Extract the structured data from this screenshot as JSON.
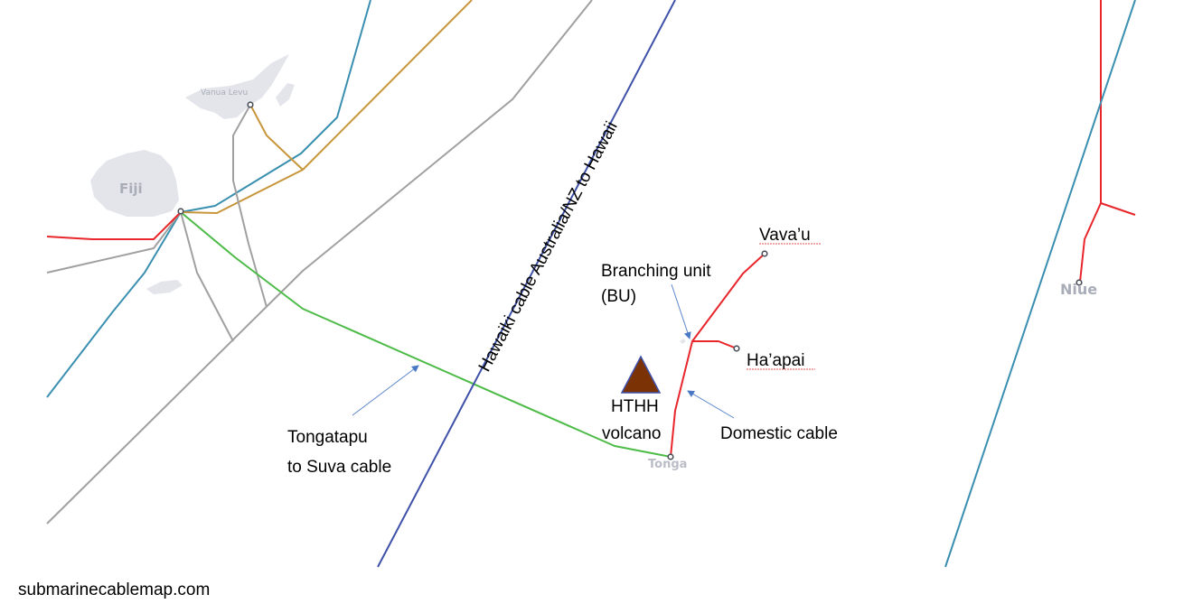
{
  "map": {
    "land_labels": {
      "fiji": "Fiji",
      "vanua_levu": "Vanua Levu",
      "tonga": "Tonga",
      "niue": "Niue"
    },
    "colors": {
      "hawaiki": "#3f51a8",
      "tongatapu_suva": "#4cbb47",
      "domestic": "#e8262b",
      "teal_cable": "#3a8fb0",
      "gold_cable": "#c8963a",
      "gray_cable": "#a0a0a0",
      "volcano": "#7b3306"
    }
  },
  "annotations": {
    "hawaiki": "Hawaiki cable Australia/NZ to Hawaii",
    "vavau": "Vava’u",
    "haapai": "Ha’apai",
    "bu_line1": "Branching unit",
    "bu_line2": "(BU)",
    "hthh_line1": "HTHH",
    "hthh_line2": "volcano",
    "domestic": "Domestic cable",
    "tongatapu_line1": "Tongatapu",
    "tongatapu_line2": "to Suva cable"
  },
  "source": "submarinecablemap.com"
}
